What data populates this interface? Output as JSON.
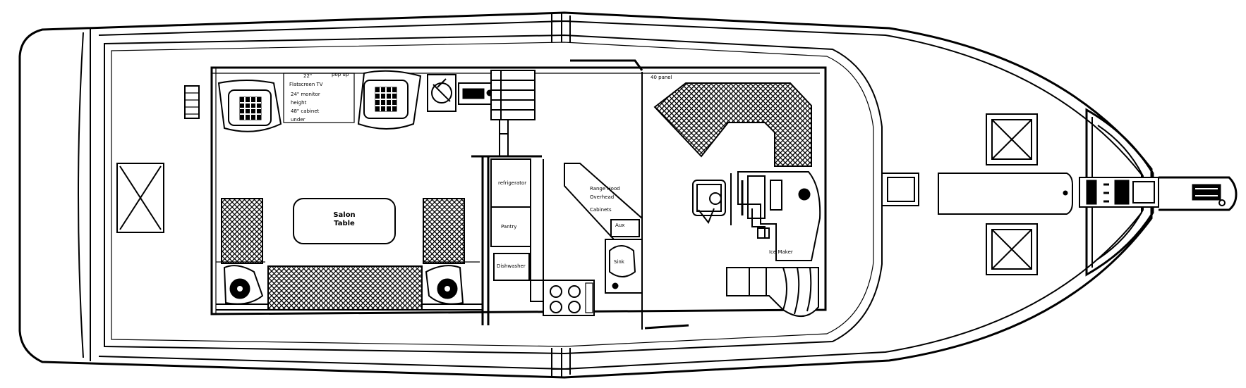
{
  "labels": {
    "salon_table": "Salon\nTable",
    "tv_line1": "24\" monitor",
    "tv_line2": "height",
    "tv_line3": "48\" cabinet",
    "tv_line4": "under",
    "tv_top": "22\"",
    "tv_name": "Flatscreen TV",
    "dimension_top": "pop up",
    "pantry_1": "refrigerator",
    "pantry_2": "Pantry",
    "pantry_3": "Dishwasher",
    "galley_1": "Range Hood",
    "galley_2": "Overhead",
    "galley_3": "Cabinets",
    "helm_panel": "40 panel",
    "sink_label": "Sink",
    "aux_label": "Aux",
    "ice_label": "Ice Maker"
  }
}
